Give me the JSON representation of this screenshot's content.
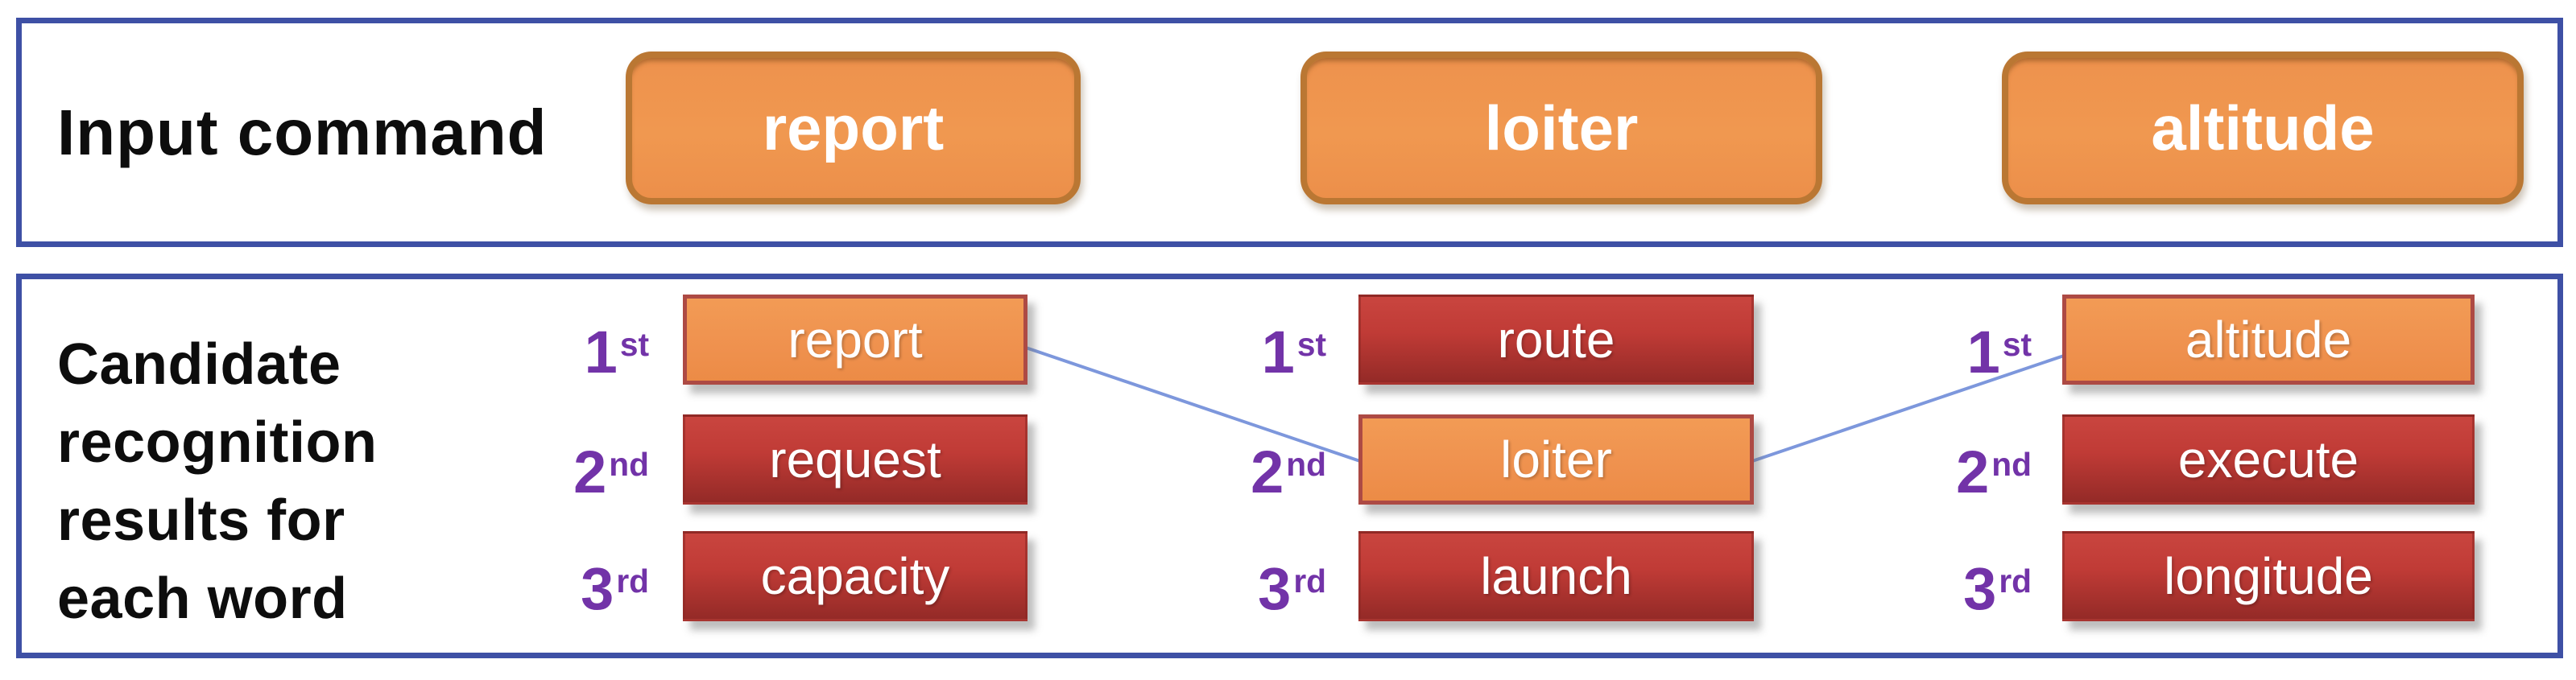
{
  "figure": {
    "input_panel": {
      "label": "Input command",
      "commands": [
        "report",
        "loiter",
        "altitude"
      ]
    },
    "results_panel": {
      "label_lines": [
        "Candidate",
        "recognition",
        "results for",
        "each word"
      ],
      "columns": [
        {
          "candidates": [
            {
              "rank": "1",
              "suffix": "st",
              "word": "report",
              "match": true
            },
            {
              "rank": "2",
              "suffix": "nd",
              "word": "request",
              "match": false
            },
            {
              "rank": "3",
              "suffix": "rd",
              "word": "capacity",
              "match": false
            }
          ]
        },
        {
          "candidates": [
            {
              "rank": "1",
              "suffix": "st",
              "word": "route",
              "match": false
            },
            {
              "rank": "2",
              "suffix": "nd",
              "word": "loiter",
              "match": true
            },
            {
              "rank": "3",
              "suffix": "rd",
              "word": "launch",
              "match": false
            }
          ]
        },
        {
          "candidates": [
            {
              "rank": "1",
              "suffix": "st",
              "word": "altitude",
              "match": true
            },
            {
              "rank": "2",
              "suffix": "nd",
              "word": "execute",
              "match": false
            },
            {
              "rank": "3",
              "suffix": "rd",
              "word": "longitude",
              "match": false
            }
          ]
        }
      ]
    },
    "connections": [
      {
        "from": "word1-rank1-report",
        "to": "word2-rank2-loiter"
      },
      {
        "from": "word2-rank2-loiter",
        "to": "word3-rank1-altitude"
      }
    ],
    "colors": {
      "panel_border": "#3E50A5",
      "command_fill": "#F0944E",
      "command_border": "#BA7733",
      "match_fill": "#EF914E",
      "match_border": "#AD4A44",
      "nonmatch_fill_top": "#C9453F",
      "nonmatch_fill_bottom": "#942A27",
      "rank_text": "#7233A8",
      "connector_line": "#7D97DC",
      "box_text": "#FFFFFF",
      "label_text": "#0D0D0D"
    }
  }
}
